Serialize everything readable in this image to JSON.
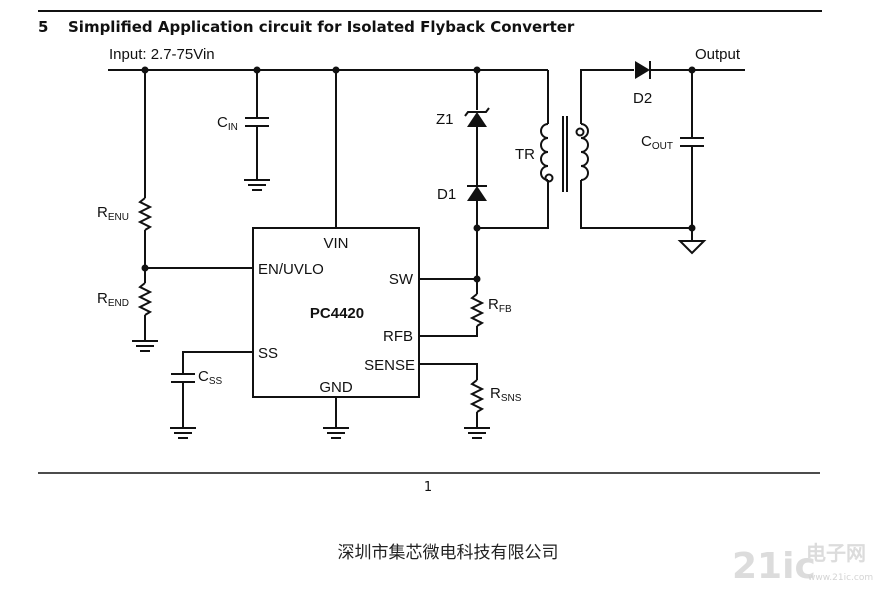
{
  "header": {
    "section_number": "5",
    "title": "Simplified Application circuit for Isolated Flyback Converter"
  },
  "diagram": {
    "input_label": "Input: 2.7-75Vin",
    "output_label": "Output",
    "ic": {
      "name": "PC4420",
      "pins": {
        "vin": "VIN",
        "en_uvlo": "EN/UVLO",
        "sw": "SW",
        "rfb": "RFB",
        "ss": "SS",
        "sense": "SENSE",
        "gnd": "GND"
      }
    },
    "components": {
      "cin": {
        "main": "C",
        "sub": "IN"
      },
      "renu": {
        "main": "R",
        "sub": "ENU"
      },
      "rend": {
        "main": "R",
        "sub": "END"
      },
      "css": {
        "main": "C",
        "sub": "SS"
      },
      "rfb": {
        "main": "R",
        "sub": "FB"
      },
      "rsns": {
        "main": "R",
        "sub": "SNS"
      },
      "cout": {
        "main": "C",
        "sub": "OUT"
      },
      "z1": "Z1",
      "d1": "D1",
      "d2": "D2",
      "tr": "TR"
    }
  },
  "footer": {
    "page_number": "1",
    "company": "深圳市集芯微电科技有限公司"
  },
  "watermark": {
    "logo": "21ic",
    "brand": "电子网",
    "domain": "www.21ic.com"
  }
}
